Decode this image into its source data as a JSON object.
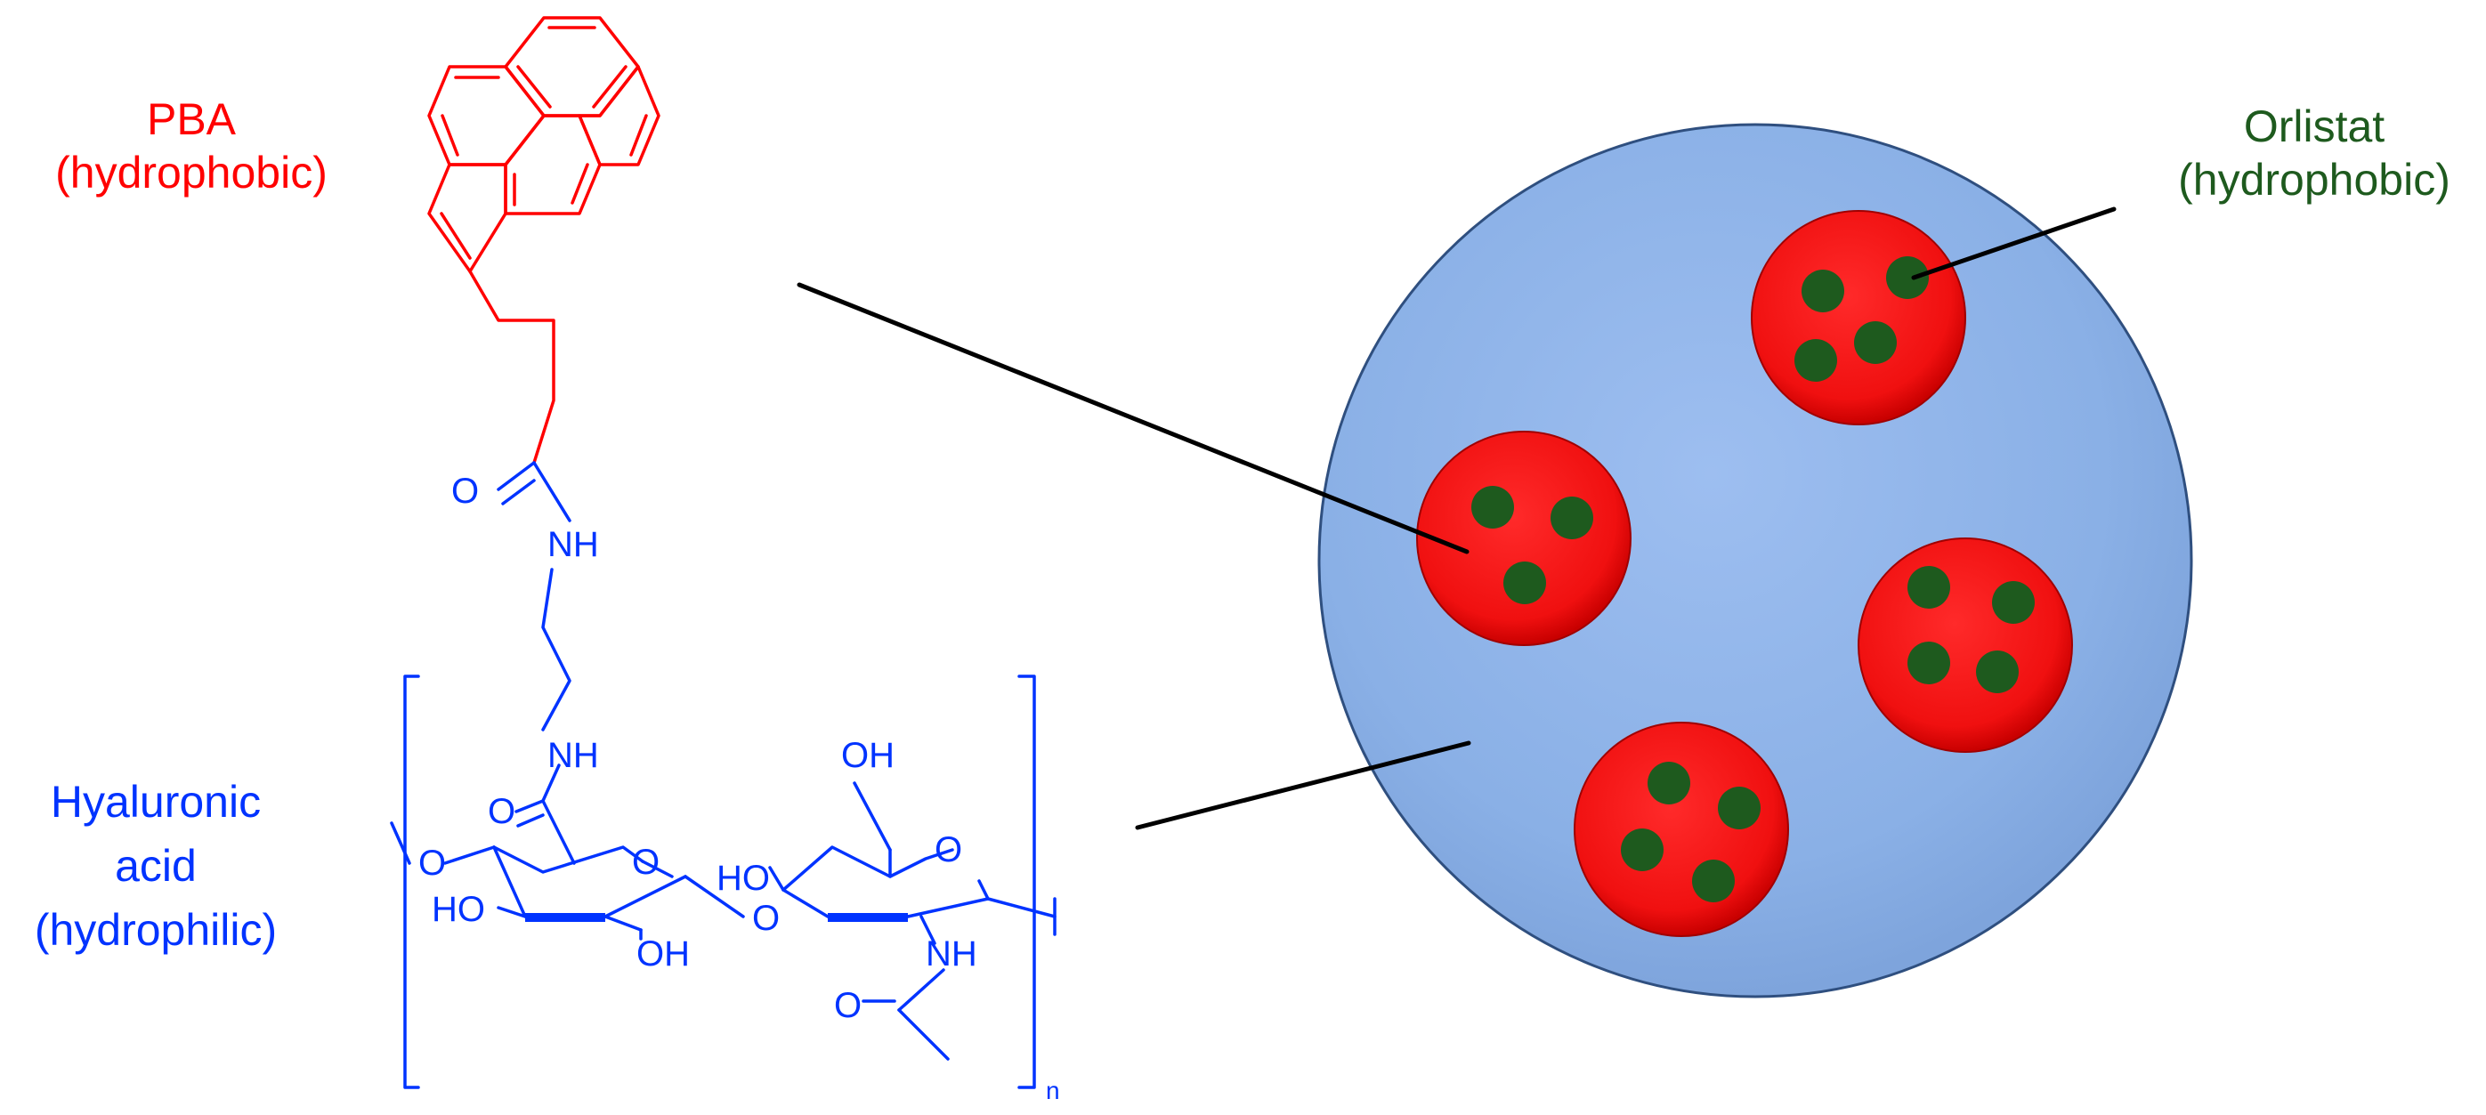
{
  "labels": {
    "pba": {
      "name": "PBA",
      "property": "(hydrophobic)"
    },
    "orlistat": {
      "name": "Orlistat",
      "property": "(hydrophobic)"
    },
    "hyaluronic_acid": {
      "name_line1": "Hyaluronic",
      "name_line2": "acid",
      "property": "(hydrophilic)"
    }
  },
  "atoms": {
    "carbonyl_o_top": "O",
    "amide_nh_top": "NH",
    "amide_nh_bottom": "NH",
    "carbonyl_o_ring": "O",
    "ring_o_left": "O",
    "ring_o_right": "O",
    "glyco_o": "O",
    "ring_o_linker": "O",
    "oh_ch2": "OH",
    "ho_left": "HO",
    "oh_left_bottom": "OH",
    "ho_right": "HO",
    "nh_acetyl": "NH",
    "o_acetyl": "O",
    "repeat_n": "n"
  },
  "colors": {
    "pba": "#ff0000",
    "hyaluronic_acid": "#0033ff",
    "orlistat": "#1e5a1e",
    "nanoparticle": "#8db3e8",
    "core": "#ff1a1a",
    "drug": "#1e5a1e"
  }
}
